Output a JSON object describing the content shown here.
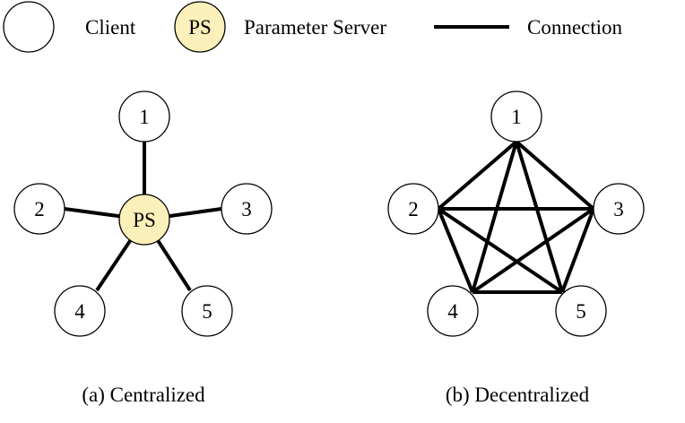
{
  "legend": {
    "client_label": "Client",
    "ps_symbol": "PS",
    "ps_label": "Parameter Server",
    "connection_label": "Connection"
  },
  "centralized": {
    "caption": "(a) Centralized",
    "hub_label": "PS",
    "nodes": [
      "1",
      "2",
      "3",
      "4",
      "5"
    ]
  },
  "decentralized": {
    "caption": "(b) Decentralized",
    "nodes": [
      "1",
      "2",
      "3",
      "4",
      "5"
    ]
  },
  "colors": {
    "ps_fill": "#fbf0b9",
    "client_fill": "#ffffff",
    "stroke": "#000000"
  }
}
